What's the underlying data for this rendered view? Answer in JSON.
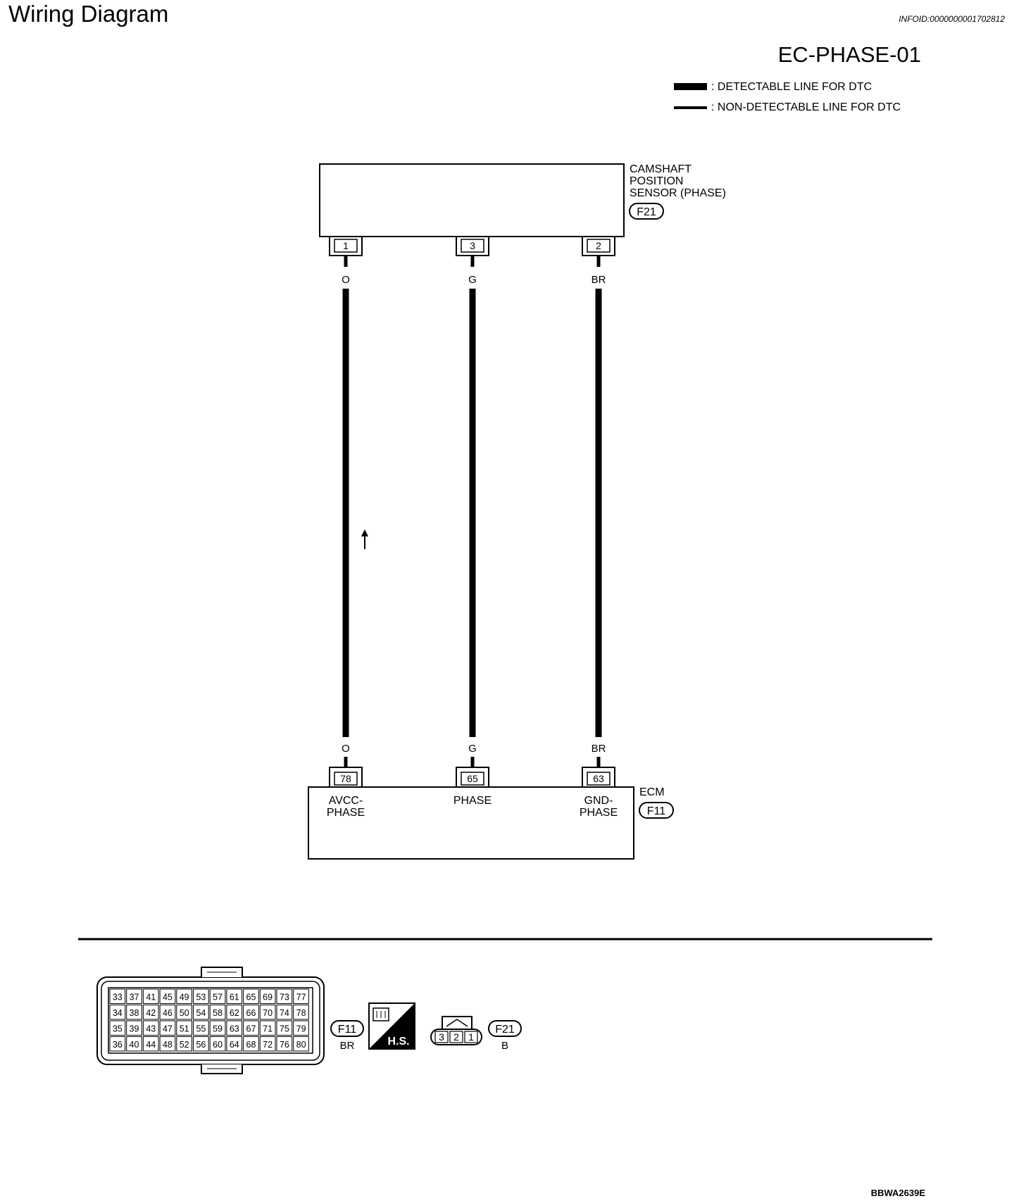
{
  "page_title": "Wiring Diagram",
  "info_id": "INFOID:0000000001702812",
  "diagram_code": "EC-PHASE-01",
  "legend": {
    "detectable": ": DETECTABLE LINE FOR DTC",
    "non_detectable": ": NON-DETECTABLE LINE FOR DTC"
  },
  "sensor": {
    "name_line1": "CAMSHAFT",
    "name_line2": "POSITION",
    "name_line3": "SENSOR (PHASE)",
    "connector": "F21"
  },
  "wires": [
    {
      "top_pin": "1",
      "color_code": "O",
      "ecm_pin": "78",
      "ecm_label_line1": "AVCC-",
      "ecm_label_line2": "PHASE"
    },
    {
      "top_pin": "3",
      "color_code": "G",
      "ecm_pin": "65",
      "ecm_label_line1": "PHASE",
      "ecm_label_line2": ""
    },
    {
      "top_pin": "2",
      "color_code": "BR",
      "ecm_pin": "63",
      "ecm_label_line1": "GND-",
      "ecm_label_line2": "PHASE"
    }
  ],
  "ecm": {
    "name": "ECM",
    "connector": "F11"
  },
  "connectors_view": {
    "f11_pin_rows": [
      [
        "33",
        "37",
        "41",
        "45",
        "49",
        "53",
        "57",
        "61",
        "65",
        "69",
        "73",
        "77"
      ],
      [
        "34",
        "38",
        "42",
        "46",
        "50",
        "54",
        "58",
        "62",
        "66",
        "70",
        "74",
        "78"
      ],
      [
        "35",
        "39",
        "43",
        "47",
        "51",
        "55",
        "59",
        "63",
        "67",
        "71",
        "75",
        "79"
      ],
      [
        "36",
        "40",
        "44",
        "48",
        "52",
        "56",
        "60",
        "64",
        "68",
        "72",
        "76",
        "80"
      ]
    ],
    "f11_id": "F11",
    "f11_color": "BR",
    "hs_label": "H.S.",
    "f21_pins": [
      "3",
      "2",
      "1"
    ],
    "f21_id": "F21",
    "f21_color": "B"
  },
  "footer_code": "BBWA2639E"
}
